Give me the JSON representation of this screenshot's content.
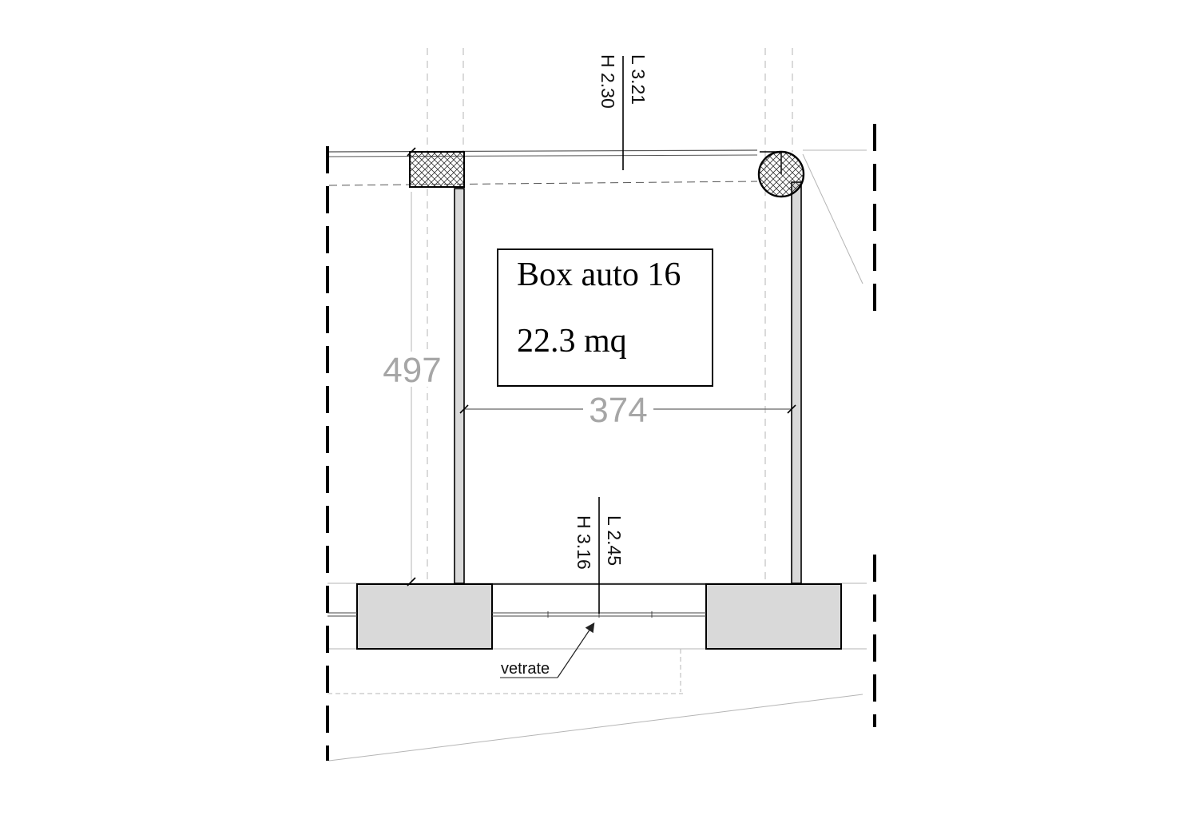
{
  "room": {
    "name": "Box auto 16",
    "area": "22.3 mq"
  },
  "dimensions": {
    "width": "374",
    "depth": "497"
  },
  "openings": {
    "top": {
      "width": "L 3.21",
      "height": "H 2.30"
    },
    "bottom": {
      "width": "L 2.45",
      "height": "H 3.16"
    }
  },
  "annotations": {
    "glazing": "vetrate"
  },
  "colors": {
    "line": "#000000",
    "wall_fill": "#d9d9d9",
    "dimension": "#a6a6a6",
    "construction_line": "#b5b5b5"
  }
}
